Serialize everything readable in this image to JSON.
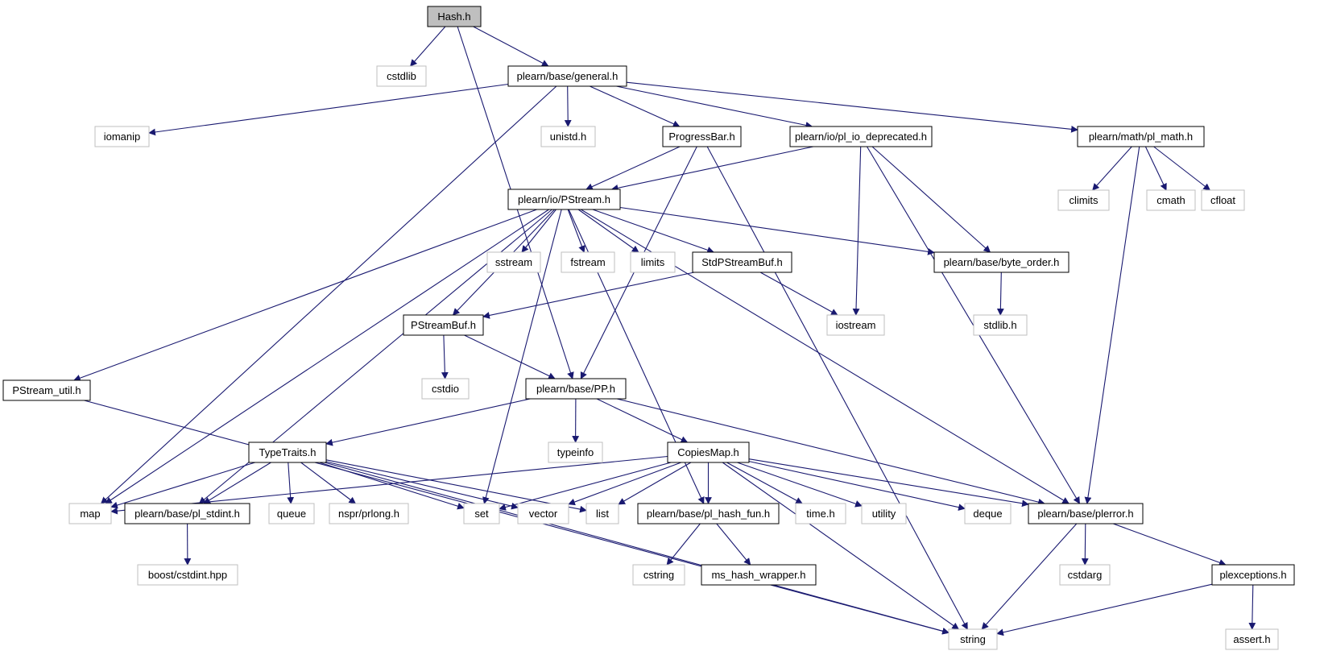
{
  "nodes": [
    {
      "id": "hash",
      "label": "Hash.h",
      "kind": "root"
    },
    {
      "id": "cstdlib",
      "label": "cstdlib",
      "kind": "ext"
    },
    {
      "id": "general",
      "label": "plearn/base/general.h",
      "kind": "main"
    },
    {
      "id": "iomanip",
      "label": "iomanip",
      "kind": "ext"
    },
    {
      "id": "unistd",
      "label": "unistd.h",
      "kind": "ext"
    },
    {
      "id": "progressbar",
      "label": "ProgressBar.h",
      "kind": "main"
    },
    {
      "id": "pliodep",
      "label": "plearn/io/pl_io_deprecated.h",
      "kind": "main"
    },
    {
      "id": "plmath",
      "label": "plearn/math/pl_math.h",
      "kind": "main"
    },
    {
      "id": "pstream",
      "label": "plearn/io/PStream.h",
      "kind": "main"
    },
    {
      "id": "climits",
      "label": "climits",
      "kind": "ext"
    },
    {
      "id": "cmath",
      "label": "cmath",
      "kind": "ext"
    },
    {
      "id": "cfloat",
      "label": "cfloat",
      "kind": "ext"
    },
    {
      "id": "sstream",
      "label": "sstream",
      "kind": "ext"
    },
    {
      "id": "fstream",
      "label": "fstream",
      "kind": "ext"
    },
    {
      "id": "limits",
      "label": "limits",
      "kind": "ext"
    },
    {
      "id": "stdpsb",
      "label": "StdPStreamBuf.h",
      "kind": "main"
    },
    {
      "id": "byteorder",
      "label": "plearn/base/byte_order.h",
      "kind": "main"
    },
    {
      "id": "pstreambuf",
      "label": "PStreamBuf.h",
      "kind": "main"
    },
    {
      "id": "iostream",
      "label": "iostream",
      "kind": "ext"
    },
    {
      "id": "stdlibh",
      "label": "stdlib.h",
      "kind": "ext"
    },
    {
      "id": "pstreamutil",
      "label": "PStream_util.h",
      "kind": "main"
    },
    {
      "id": "cstdio",
      "label": "cstdio",
      "kind": "ext"
    },
    {
      "id": "pp",
      "label": "plearn/base/PP.h",
      "kind": "main"
    },
    {
      "id": "typetraits",
      "label": "TypeTraits.h",
      "kind": "main"
    },
    {
      "id": "typeinfo",
      "label": "typeinfo",
      "kind": "ext"
    },
    {
      "id": "copiesmap",
      "label": "CopiesMap.h",
      "kind": "main"
    },
    {
      "id": "map",
      "label": "map",
      "kind": "ext"
    },
    {
      "id": "plstdint",
      "label": "plearn/base/pl_stdint.h",
      "kind": "main"
    },
    {
      "id": "queue",
      "label": "queue",
      "kind": "ext"
    },
    {
      "id": "prlong",
      "label": "nspr/prlong.h",
      "kind": "ext"
    },
    {
      "id": "set",
      "label": "set",
      "kind": "ext"
    },
    {
      "id": "vector",
      "label": "vector",
      "kind": "ext"
    },
    {
      "id": "list",
      "label": "list",
      "kind": "ext"
    },
    {
      "id": "plhashfun",
      "label": "plearn/base/pl_hash_fun.h",
      "kind": "main"
    },
    {
      "id": "timeh",
      "label": "time.h",
      "kind": "ext"
    },
    {
      "id": "utility",
      "label": "utility",
      "kind": "ext"
    },
    {
      "id": "deque",
      "label": "deque",
      "kind": "ext"
    },
    {
      "id": "plerror",
      "label": "plearn/base/plerror.h",
      "kind": "main"
    },
    {
      "id": "boostcstdint",
      "label": "boost/cstdint.hpp",
      "kind": "ext"
    },
    {
      "id": "cstring",
      "label": "cstring",
      "kind": "ext"
    },
    {
      "id": "mshash",
      "label": "ms_hash_wrapper.h",
      "kind": "main"
    },
    {
      "id": "cstdarg",
      "label": "cstdarg",
      "kind": "ext"
    },
    {
      "id": "plexceptions",
      "label": "plexceptions.h",
      "kind": "main"
    },
    {
      "id": "string",
      "label": "string",
      "kind": "ext"
    },
    {
      "id": "asserth",
      "label": "assert.h",
      "kind": "ext"
    }
  ],
  "edges": [
    [
      "hash",
      "cstdlib"
    ],
    [
      "hash",
      "general"
    ],
    [
      "hash",
      "pp"
    ],
    [
      "general",
      "iomanip"
    ],
    [
      "general",
      "unistd"
    ],
    [
      "general",
      "progressbar"
    ],
    [
      "general",
      "pliodep"
    ],
    [
      "general",
      "plmath"
    ],
    [
      "general",
      "map"
    ],
    [
      "progressbar",
      "pstream"
    ],
    [
      "progressbar",
      "pp"
    ],
    [
      "progressbar",
      "string"
    ],
    [
      "pliodep",
      "pstream"
    ],
    [
      "pliodep",
      "byteorder"
    ],
    [
      "pliodep",
      "iostream"
    ],
    [
      "pliodep",
      "plerror"
    ],
    [
      "plmath",
      "climits"
    ],
    [
      "plmath",
      "cmath"
    ],
    [
      "plmath",
      "cfloat"
    ],
    [
      "plmath",
      "plerror"
    ],
    [
      "pstream",
      "sstream"
    ],
    [
      "pstream",
      "fstream"
    ],
    [
      "pstream",
      "limits"
    ],
    [
      "pstream",
      "stdpsb"
    ],
    [
      "pstream",
      "byteorder"
    ],
    [
      "pstream",
      "pstreambuf"
    ],
    [
      "pstream",
      "pstreamutil"
    ],
    [
      "pstream",
      "map"
    ],
    [
      "pstream",
      "plstdint"
    ],
    [
      "pstream",
      "set"
    ],
    [
      "pstream",
      "plhashfun"
    ],
    [
      "pstream",
      "plerror"
    ],
    [
      "stdpsb",
      "pstreambuf"
    ],
    [
      "stdpsb",
      "iostream"
    ],
    [
      "byteorder",
      "stdlibh"
    ],
    [
      "pstreambuf",
      "cstdio"
    ],
    [
      "pstreambuf",
      "pp"
    ],
    [
      "pstreamutil",
      "string"
    ],
    [
      "pp",
      "typetraits"
    ],
    [
      "pp",
      "typeinfo"
    ],
    [
      "pp",
      "copiesmap"
    ],
    [
      "pp",
      "plerror"
    ],
    [
      "typetraits",
      "map"
    ],
    [
      "typetraits",
      "plstdint"
    ],
    [
      "typetraits",
      "queue"
    ],
    [
      "typetraits",
      "prlong"
    ],
    [
      "typetraits",
      "set"
    ],
    [
      "typetraits",
      "vector"
    ],
    [
      "typetraits",
      "list"
    ],
    [
      "typetraits",
      "string"
    ],
    [
      "copiesmap",
      "map"
    ],
    [
      "copiesmap",
      "set"
    ],
    [
      "copiesmap",
      "vector"
    ],
    [
      "copiesmap",
      "list"
    ],
    [
      "copiesmap",
      "plhashfun"
    ],
    [
      "copiesmap",
      "timeh"
    ],
    [
      "copiesmap",
      "utility"
    ],
    [
      "copiesmap",
      "deque"
    ],
    [
      "copiesmap",
      "plerror"
    ],
    [
      "copiesmap",
      "string"
    ],
    [
      "plstdint",
      "boostcstdint"
    ],
    [
      "plhashfun",
      "cstring"
    ],
    [
      "plhashfun",
      "mshash"
    ],
    [
      "plerror",
      "cstdarg"
    ],
    [
      "plerror",
      "plexceptions"
    ],
    [
      "plerror",
      "string"
    ],
    [
      "plexceptions",
      "string"
    ],
    [
      "plexceptions",
      "asserth"
    ]
  ]
}
